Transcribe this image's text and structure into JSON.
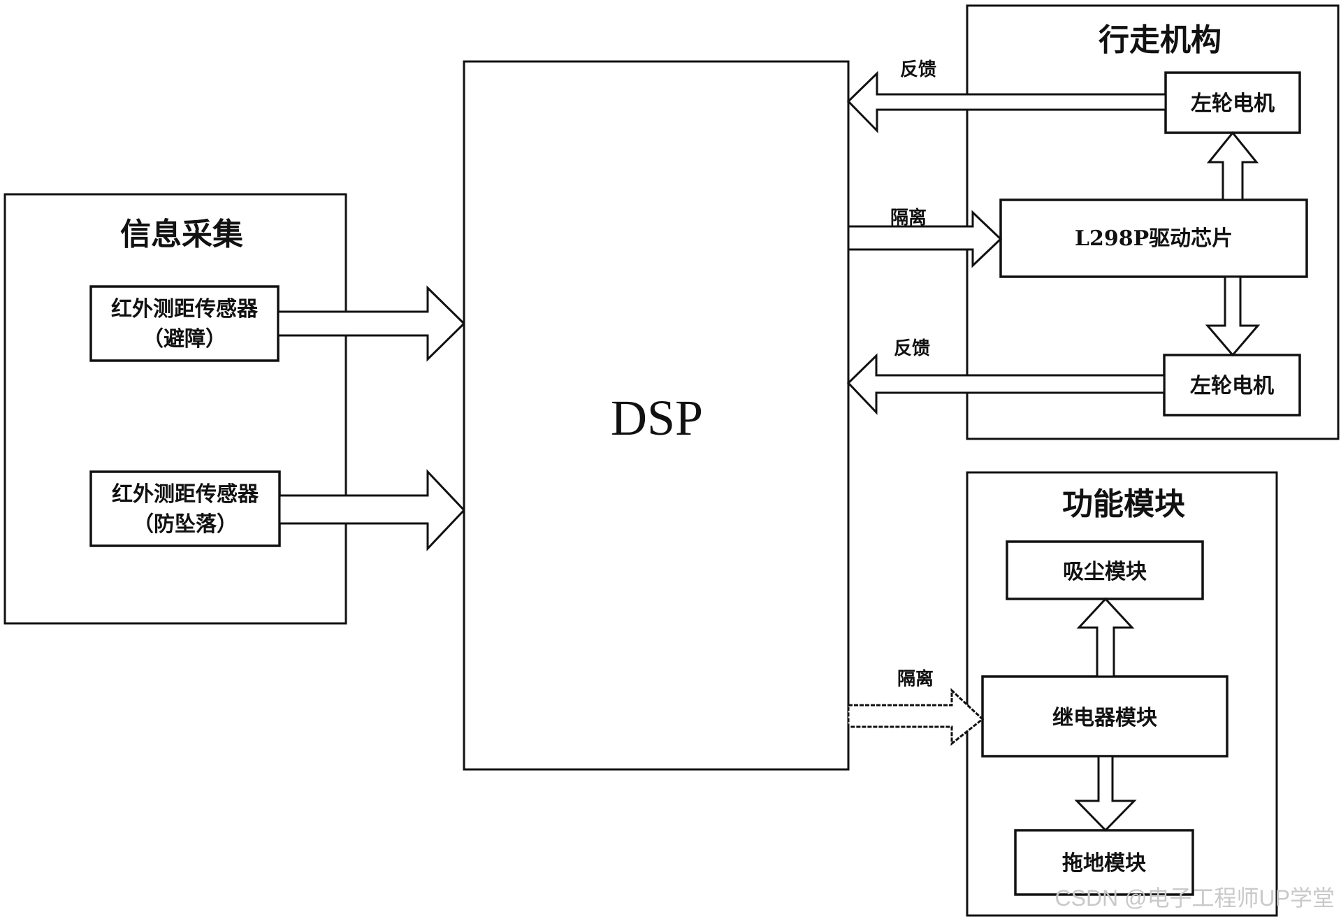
{
  "groups": {
    "info": {
      "title": "信息采集"
    },
    "walk": {
      "title": "行走机构"
    },
    "func": {
      "title": "功能模块"
    }
  },
  "nodes": {
    "sensor1": {
      "line1": "红外测距传感器",
      "line2": "（避障）"
    },
    "sensor2": {
      "line1": "红外测距传感器",
      "line2": "（防坠落）"
    },
    "dsp": {
      "label": "DSP"
    },
    "motor_top": {
      "label": "左轮电机"
    },
    "driver": {
      "label": "L298P驱动芯片"
    },
    "motor_bottom": {
      "label": "左轮电机"
    },
    "vacuum": {
      "label": "吸尘模块"
    },
    "relay": {
      "label": "继电器模块"
    },
    "mop": {
      "label": "拖地模块"
    }
  },
  "edges": {
    "feedback_top": "反馈",
    "isolation_driver": "隔离",
    "feedback_bottom": "反馈",
    "isolation_relay": "隔离"
  },
  "watermark": "CSDN @电子工程师UP学堂"
}
